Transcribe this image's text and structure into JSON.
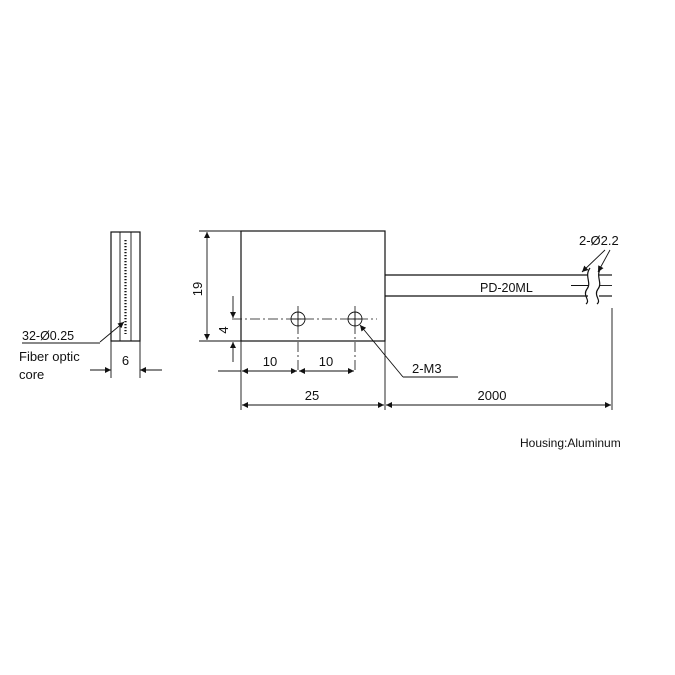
{
  "model": "PD-20ML",
  "cable_spec": "2-Ø2.2",
  "fiber_spec": "32-Ø0.25",
  "fiber_label_line1": "Fiber optic",
  "fiber_label_line2": "core",
  "thread_spec": "2-M3",
  "housing_note": "Housing:Aluminum",
  "dimensions": {
    "height": "19",
    "hole_offset": "4",
    "side_width": "6",
    "hole_spacing_1": "10",
    "hole_spacing_2": "10",
    "body_length": "25",
    "cable_length": "2000"
  }
}
